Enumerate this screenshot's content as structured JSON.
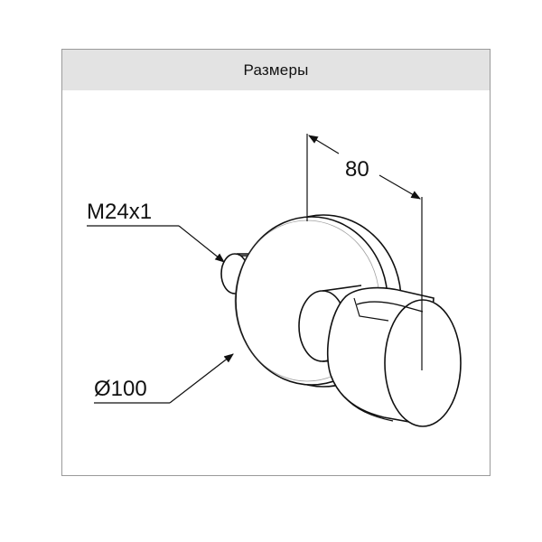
{
  "header": {
    "title": "Размеры"
  },
  "dimensions": {
    "thread": "M24x1",
    "diameter": "Ø100",
    "depth": "80"
  }
}
